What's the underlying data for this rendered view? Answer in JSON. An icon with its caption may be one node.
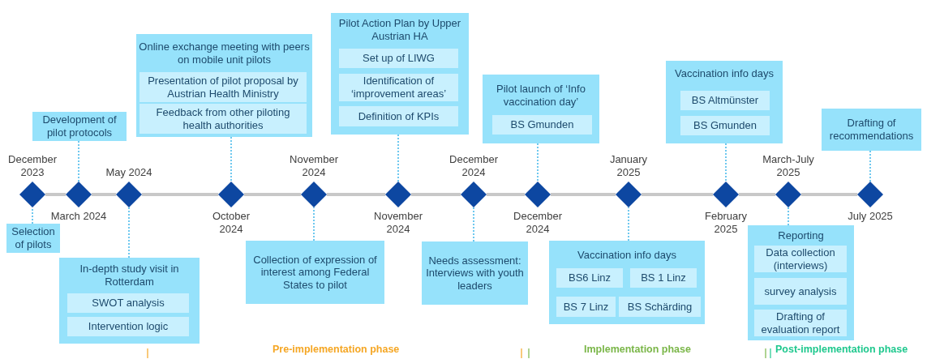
{
  "diagram": {
    "nodes": [
      {
        "text": [],
        "shape": "diamond",
        "beside": [
          "December 2023"
        ]
      },
      {
        "text": [],
        "shape": "diamond",
        "beside": [
          "March 2024"
        ]
      },
      {
        "text": [],
        "shape": "diamond",
        "beside": [
          "May 2024"
        ]
      },
      {
        "text": [],
        "shape": "diamond",
        "beside": [
          "October 2024"
        ]
      },
      {
        "text": [],
        "shape": "diamond",
        "beside": [
          "November 2024"
        ]
      },
      {
        "text": [],
        "shape": "diamond",
        "beside": [
          "November 2024"
        ]
      },
      {
        "text": [],
        "shape": "diamond",
        "beside": [
          "December 2024"
        ]
      },
      {
        "text": [],
        "shape": "diamond",
        "beside": [
          "December 2024"
        ]
      },
      {
        "text": [],
        "shape": "diamond",
        "beside": [
          "January 2025"
        ]
      },
      {
        "text": [],
        "shape": "diamond",
        "beside": [
          "February 2025"
        ]
      },
      {
        "text": [],
        "shape": "diamond",
        "beside": [
          "March-July 2025"
        ]
      },
      {
        "text": [],
        "shape": "diamond",
        "beside": [
          "July 2025"
        ]
      },
      {
        "text": [
          "Selection of pilots"
        ]
      },
      {
        "text": [
          "Development of pilot protocols"
        ]
      },
      {
        "text": [
          "In-depth study visit in Rotterdam"
        ]
      },
      {
        "text": [
          "SWOT analysis"
        ],
        "in": 14
      },
      {
        "text": [
          "Intervention logic"
        ],
        "in": 14
      },
      {
        "text": [
          "Online exchange meeting with peers on mobile unit pilots"
        ]
      },
      {
        "text": [
          "Presentation of pilot proposal by Austrian Health Ministry"
        ],
        "in": 17
      },
      {
        "text": [
          "Feedback from other piloting health authorities"
        ],
        "in": 17
      },
      {
        "text": [
          "Collection of expression of interest among Federal States to pilot"
        ]
      },
      {
        "text": [
          "Pilot Action Plan by Upper Austrian HA"
        ]
      },
      {
        "text": [
          "Set up of LIWG"
        ],
        "in": 21
      },
      {
        "text": [
          "Identification of ‘improvement areas’"
        ],
        "in": 21
      },
      {
        "text": [
          "Definition of KPIs"
        ],
        "in": 21
      },
      {
        "text": [
          "Needs assessment: Interviews with youth leaders"
        ]
      },
      {
        "text": [
          "Pilot launch of ‘Info vaccination day’"
        ]
      },
      {
        "text": [
          "BS Gmunden"
        ],
        "in": 26
      },
      {
        "text": [
          "Vaccination info days"
        ]
      },
      {
        "text": [
          "BS6 Linz"
        ],
        "in": 28
      },
      {
        "text": [
          "BS 1 Linz"
        ],
        "in": 28
      },
      {
        "text": [
          "BS 7 Linz"
        ],
        "in": 28
      },
      {
        "text": [
          "BS Schärding"
        ],
        "in": 28
      },
      {
        "text": [
          "Vaccination info days"
        ]
      },
      {
        "text": [
          "BS Altmünster"
        ],
        "in": 33
      },
      {
        "text": [
          "BS Gmunden"
        ],
        "in": 33
      },
      {
        "text": [
          "Reporting"
        ]
      },
      {
        "text": [
          "Data collection (interviews)"
        ],
        "in": 36
      },
      {
        "text": [
          "survey analysis"
        ],
        "in": 36
      },
      {
        "text": [
          "Drafting of evaluation report"
        ],
        "in": 36
      },
      {
        "text": [
          "Drafting of recommendations"
        ]
      }
    ],
    "edges": [
      {
        "from": 12,
        "to": 0,
        "arrow": "none",
        "style": "dashed"
      },
      {
        "from": 13,
        "to": 1,
        "arrow": "none",
        "style": "dashed"
      },
      {
        "from": 14,
        "to": 2,
        "arrow": "none",
        "style": "dashed"
      },
      {
        "from": 17,
        "to": 3,
        "arrow": "none",
        "style": "dashed"
      },
      {
        "from": 20,
        "to": 4,
        "arrow": "none",
        "style": "dashed"
      },
      {
        "from": 21,
        "to": 5,
        "arrow": "none",
        "style": "dashed"
      },
      {
        "from": 25,
        "to": 6,
        "arrow": "none",
        "style": "dashed"
      },
      {
        "from": 26,
        "to": 7,
        "arrow": "none",
        "style": "dashed"
      },
      {
        "from": 28,
        "to": 8,
        "arrow": "none",
        "style": "dashed"
      },
      {
        "from": 33,
        "to": 9,
        "arrow": "none",
        "style": "dashed"
      },
      {
        "from": 36,
        "to": 10,
        "arrow": "none",
        "style": "dashed"
      },
      {
        "from": 40,
        "to": 11,
        "arrow": "none",
        "style": "dashed"
      },
      {
        "from": 0,
        "to": 1,
        "arrow": "none",
        "style": "thick",
        "color": "#c8c8c8"
      },
      {
        "from": 1,
        "to": 2,
        "arrow": "none",
        "style": "thick",
        "color": "#c8c8c8"
      },
      {
        "from": 2,
        "to": 3,
        "arrow": "none",
        "style": "thick",
        "color": "#c8c8c8"
      },
      {
        "from": 3,
        "to": 4,
        "arrow": "none",
        "style": "thick",
        "color": "#c8c8c8"
      },
      {
        "from": 4,
        "to": 5,
        "arrow": "none",
        "style": "thick",
        "color": "#c8c8c8"
      },
      {
        "from": 5,
        "to": 6,
        "arrow": "none",
        "style": "thick",
        "color": "#c8c8c8"
      },
      {
        "from": 6,
        "to": 7,
        "arrow": "none",
        "style": "thick",
        "color": "#c8c8c8"
      },
      {
        "from": 7,
        "to": 8,
        "arrow": "none",
        "style": "thick",
        "color": "#c8c8c8"
      },
      {
        "from": 8,
        "to": 9,
        "arrow": "none",
        "style": "thick",
        "color": "#c8c8c8"
      },
      {
        "from": 9,
        "to": 10,
        "arrow": "none",
        "style": "thick",
        "color": "#c8c8c8"
      },
      {
        "from": 10,
        "to": 11,
        "arrow": "none",
        "style": "thick",
        "color": "#c8c8c8"
      }
    ],
    "labels": [
      "Pre-implementation phase",
      "Implementation phase",
      "Post-implementation phase"
    ]
  }
}
